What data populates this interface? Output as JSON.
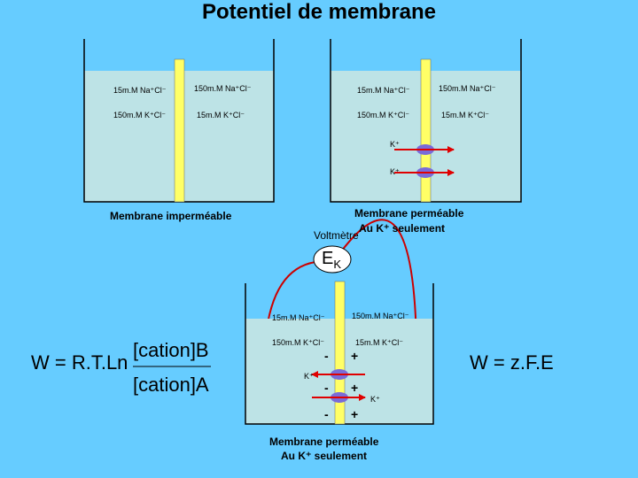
{
  "title": "Potentiel de membrane",
  "left_beaker": {
    "left_na": "15m.M Na⁺Cl⁻",
    "left_k": "150m.M K⁺Cl⁻",
    "right_na": "150m.M Na⁺Cl⁻",
    "right_k": "15m.M K⁺Cl⁻",
    "caption": "Membrane imperméable"
  },
  "right_beaker": {
    "left_na": "15m.M Na⁺Cl⁻",
    "left_k": "150m.M K⁺Cl⁻",
    "right_na": "150m.M Na⁺Cl⁻",
    "right_k": "15m.M K⁺Cl⁻",
    "ion_label_1": "K⁺",
    "ion_label_2": "K⁺",
    "caption_line1": "Membrane perméable",
    "caption_line2": "Au K⁺ seulement"
  },
  "voltmeter": {
    "label": "Voltmètre",
    "symbol": "E",
    "subscript": "K"
  },
  "bottom_beaker": {
    "left_na": "15m.M Na⁺Cl⁻",
    "left_k": "150m.M K⁺Cl⁻",
    "right_na": "150m.M Na⁺Cl⁻",
    "right_k": "15m.M K⁺Cl⁻",
    "ion_label_left": "K⁺",
    "ion_label_right": "K⁺",
    "minus": "-",
    "plus": "+",
    "caption_line1": "Membrane perméable",
    "caption_line2": "Au K⁺ seulement"
  },
  "formula_left": {
    "prefix": "W = R.T.Ln",
    "numerator": "[cation]B",
    "denominator": "[cation]A"
  },
  "formula_right": "W = z.F.E",
  "colors": {
    "background": "#66ccff",
    "water": "#bde3e6",
    "membrane": "#ffff66",
    "channel": "#7a6cd8",
    "arrow": "#e00000"
  }
}
